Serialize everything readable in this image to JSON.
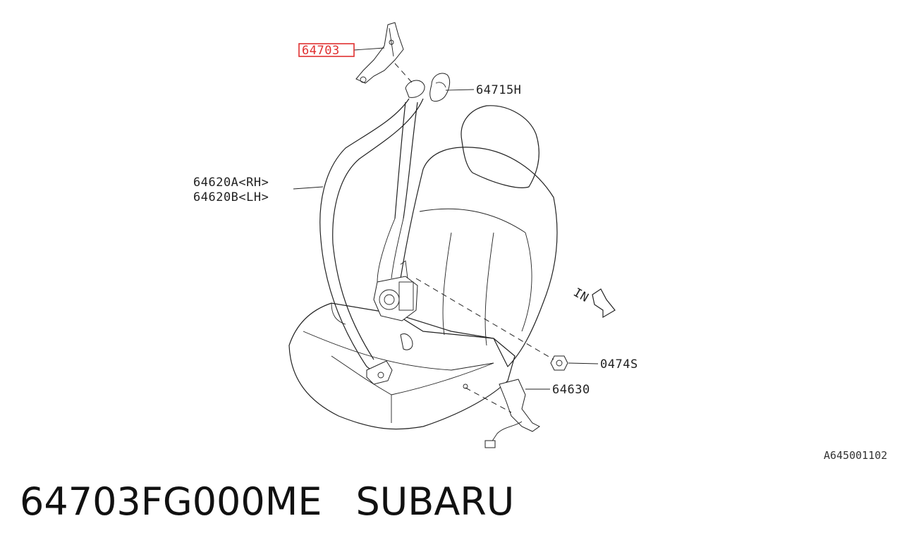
{
  "callouts": {
    "highlighted": "64703",
    "guide_cover": "64715H",
    "belt_rh": "64620A<RH>",
    "belt_lh": "64620B<LH>",
    "bolt": "0474S",
    "buckle": "64630"
  },
  "diagram_code": "A645001102",
  "caption": {
    "part_number": "64703FG000ME",
    "brand": "SUBARU"
  },
  "colors": {
    "highlight": "#e03030",
    "line": "#222222"
  }
}
